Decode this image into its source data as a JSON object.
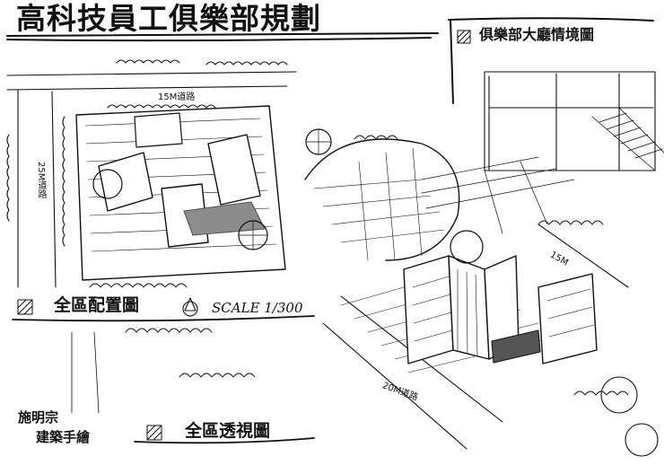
{
  "title": "高科技員工俱樂部規劃",
  "perspective_view": {
    "label": "俱樂部大廳情境圖"
  },
  "site_plan": {
    "label": "全區配置圖",
    "scale": "SCALE 1/300"
  },
  "aerial_view": {
    "label": "全區透視圖"
  },
  "roads": {
    "north": "15M道路",
    "west": "25M道路",
    "south": "20M道路",
    "east": "15M"
  },
  "author": {
    "name": "施明宗",
    "note": "建築手繪"
  },
  "colors": {
    "ink": "#111111",
    "paper": "#ffffff",
    "tone": "#8c8c8c"
  }
}
